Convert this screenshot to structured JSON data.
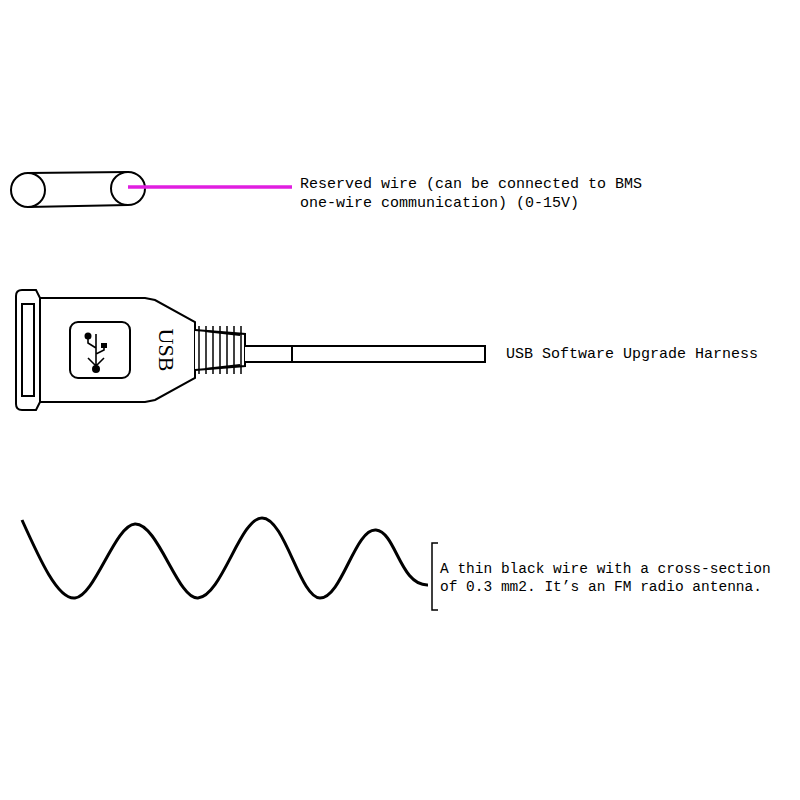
{
  "diagram": {
    "labels": [
      "Reserved wire (can be connected to BMS one-wire communication) (0-15V)",
      "USB",
      "USB Software Upgrade Harness",
      "A thin black wire with a cross-section of 0.3 mm2. It’s an FM radio antenna."
    ]
  }
}
